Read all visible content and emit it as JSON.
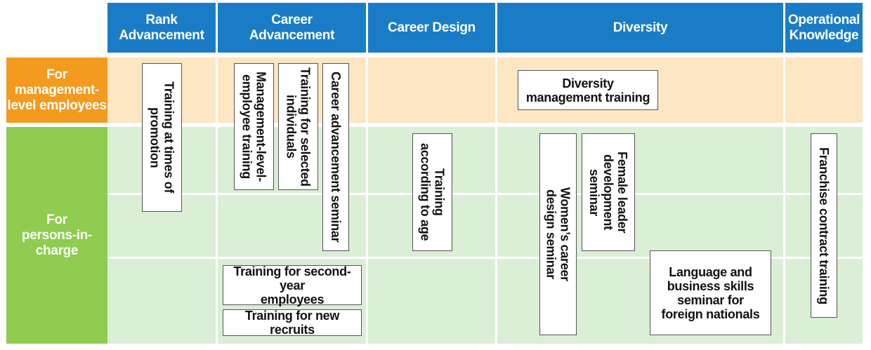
{
  "columns": {
    "rank_advancement": "Rank\nAdvancement",
    "career_advancement": "Career\nAdvancement",
    "career_design": "Career Design",
    "diversity": "Diversity",
    "operational_knowledge": "Operational\nKnowledge"
  },
  "rows": {
    "management": "For\nmanagement-\nlevel employees",
    "persons_in_charge": "For\npersons-in-\ncharge"
  },
  "programs": {
    "training_at_promotion": "Training at times of\npromotion",
    "management_level_training": "Management-level-\nemployee training",
    "selected_individuals": "Training for selected\nindividuals",
    "career_advancement_seminar": "Career advancement seminar",
    "training_according_to_age": "Training\naccording to age",
    "diversity_management_training": "Diversity\nmanagement training",
    "womens_career_design": "Women’s career\ndesign seminar",
    "female_leader_development": "Female leader\ndevelopment\nseminar",
    "language_business_skills": "Language and\nbusiness skills\nseminar for\nforeign nationals",
    "franchise_contract_training": "Franchise contract training",
    "second_year_training": "Training for second-year\nemployees",
    "new_recruits_training": "Training for new recruits"
  },
  "colors": {
    "header_blue": "#1a7cc7",
    "management_orange": "#f39a1f",
    "persons_green": "#8fcc4f",
    "management_band": "#fde6c3",
    "persons_band": "#dbeed6"
  }
}
